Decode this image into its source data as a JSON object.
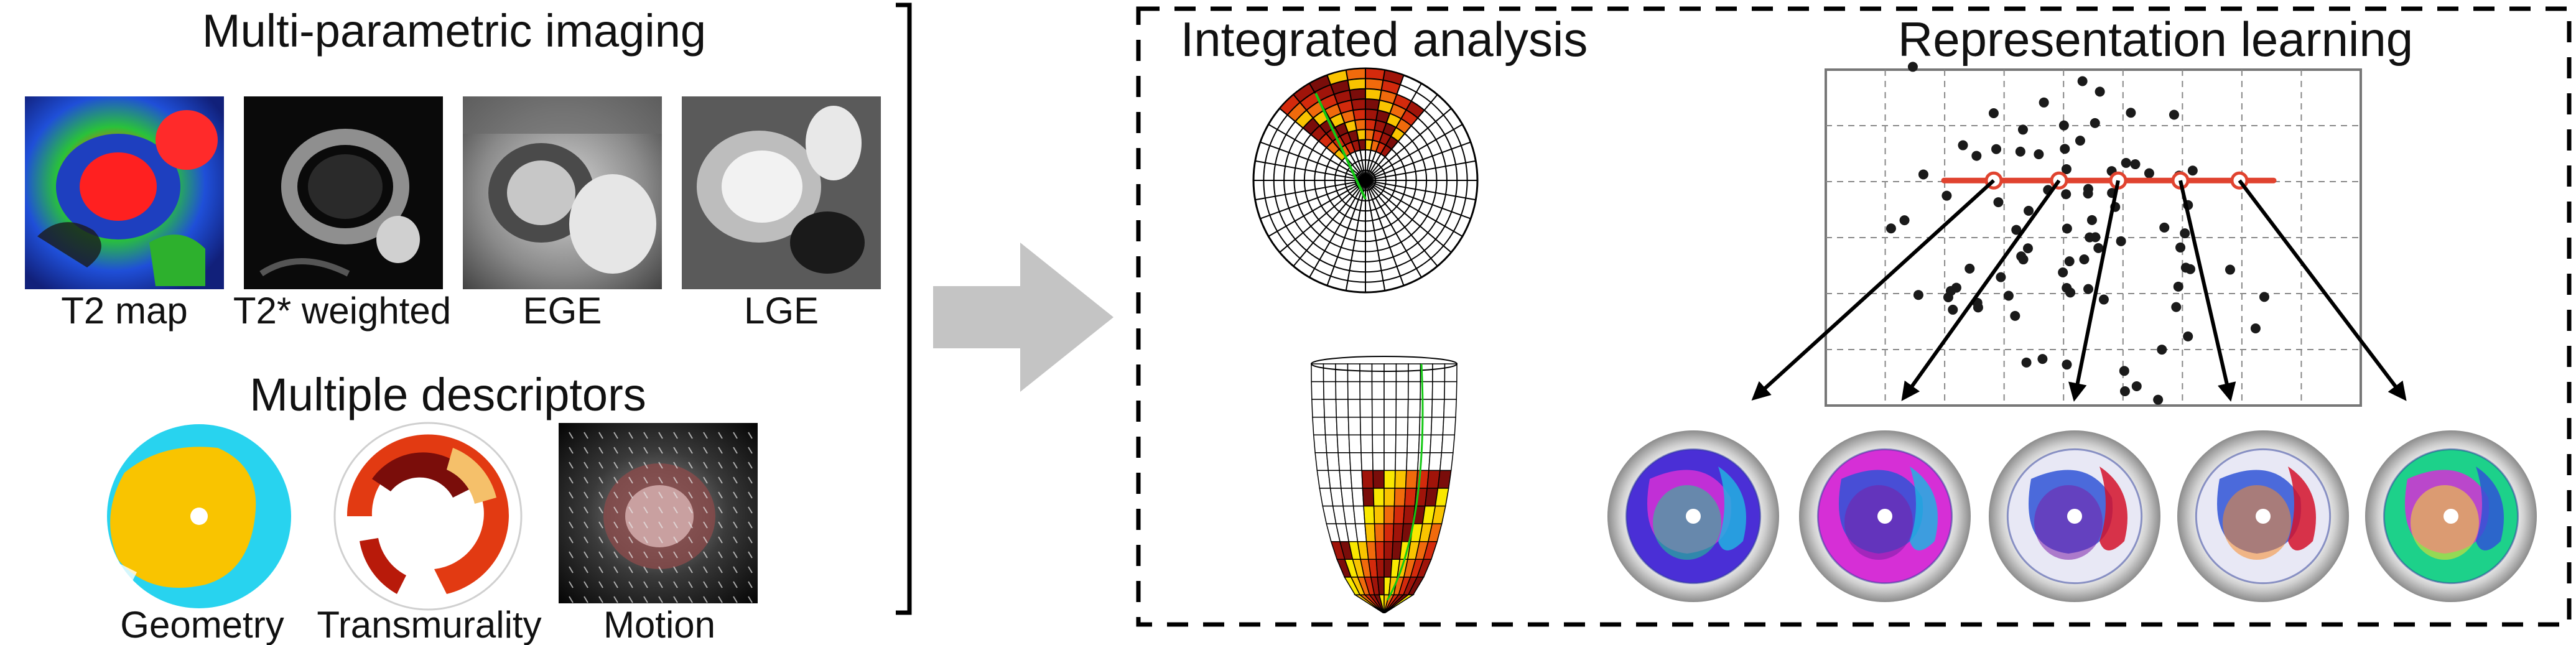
{
  "left_panel": {
    "imaging_title": "Multi-parametric imaging",
    "imaging_labels": [
      "T2 map",
      "T2* weighted",
      "EGE",
      "LGE"
    ],
    "descriptors_title": "Multiple descriptors",
    "descriptor_labels": [
      "Geometry",
      "Transmurality",
      "Motion"
    ]
  },
  "right_panel": {
    "analysis_title": "Integrated analysis",
    "learning_title": "Representation learning"
  },
  "colors": {
    "arrow_gray": "#c4c4c4",
    "grid_gray": "#777777",
    "trajectory_red": "#e0432f",
    "geometry_cyan": "#28d3ef",
    "geometry_yellow": "#f9c400",
    "heat_dark_red": "#7a0d0a",
    "heat_orange": "#f06a0c"
  }
}
